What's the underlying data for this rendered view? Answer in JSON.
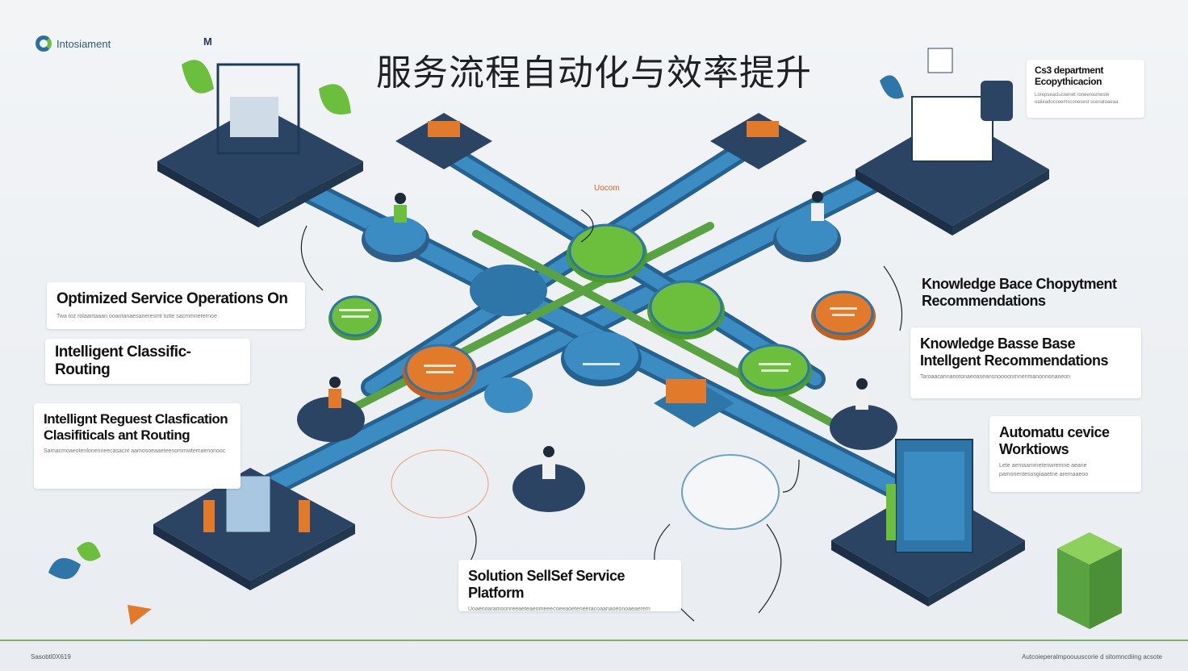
{
  "header": {
    "logo_text": "Intosiament",
    "mini_mark": "M",
    "title": "服务流程自动化与效率提升"
  },
  "center_tag": "Uocom",
  "cards": {
    "top_right": {
      "line1": "Cs3 department",
      "line2": "Ecopythicacion",
      "sub": "Lorepseaclucoenet roneerosmeste oaiieadocceemsconesest scenatoaeaa"
    },
    "optimized": {
      "title": "Optimized Service Operations  On",
      "sub": "Twa toz rolaantaaan ooantanaesaneresmt tutte sacmmnerernoe"
    },
    "intelligent_routing": {
      "title": "Intelligent Classific-Routing"
    },
    "request_classification": {
      "line1": "Intellignt Reguest Clasfication",
      "line2": "Clasifiticals ant Routing",
      "sub": "Sarnacmoaeotenlonenneecasacnt aamosoeaaeteenommwtemaenonooc"
    },
    "kb_top": {
      "line1": "Knowledge Bace Chopytment",
      "line2": "Recommendations"
    },
    "kb_mid": {
      "line1": "Knowledge Basse Base",
      "line2": "Intellgent Recommendations",
      "sub": "Taroaacannanotonaeoaseansnoooonrnnenmanonnonaneon"
    },
    "automation": {
      "line1": "Automatu cevice",
      "line2": "Worktiows",
      "sub": "Lete aemaammetenwremne aeane pamonentesosgiaaetne aremaaeoo"
    },
    "self_service": {
      "title": "Solution SellSef Service Platform",
      "sub": "Uoaenoaramoonreeaeteaeomeeecoeeaoeteneeracoaanaoeonoaeaerem"
    }
  },
  "footer": {
    "left": "Sasobtl0X619",
    "right": "Autcoieperalmpoouuscorie d sitomncdiing acsote"
  },
  "colors": {
    "navy": "#2b4463",
    "blue": "#2e75a8",
    "green": "#6cbf3c",
    "orange": "#e27a2c"
  }
}
